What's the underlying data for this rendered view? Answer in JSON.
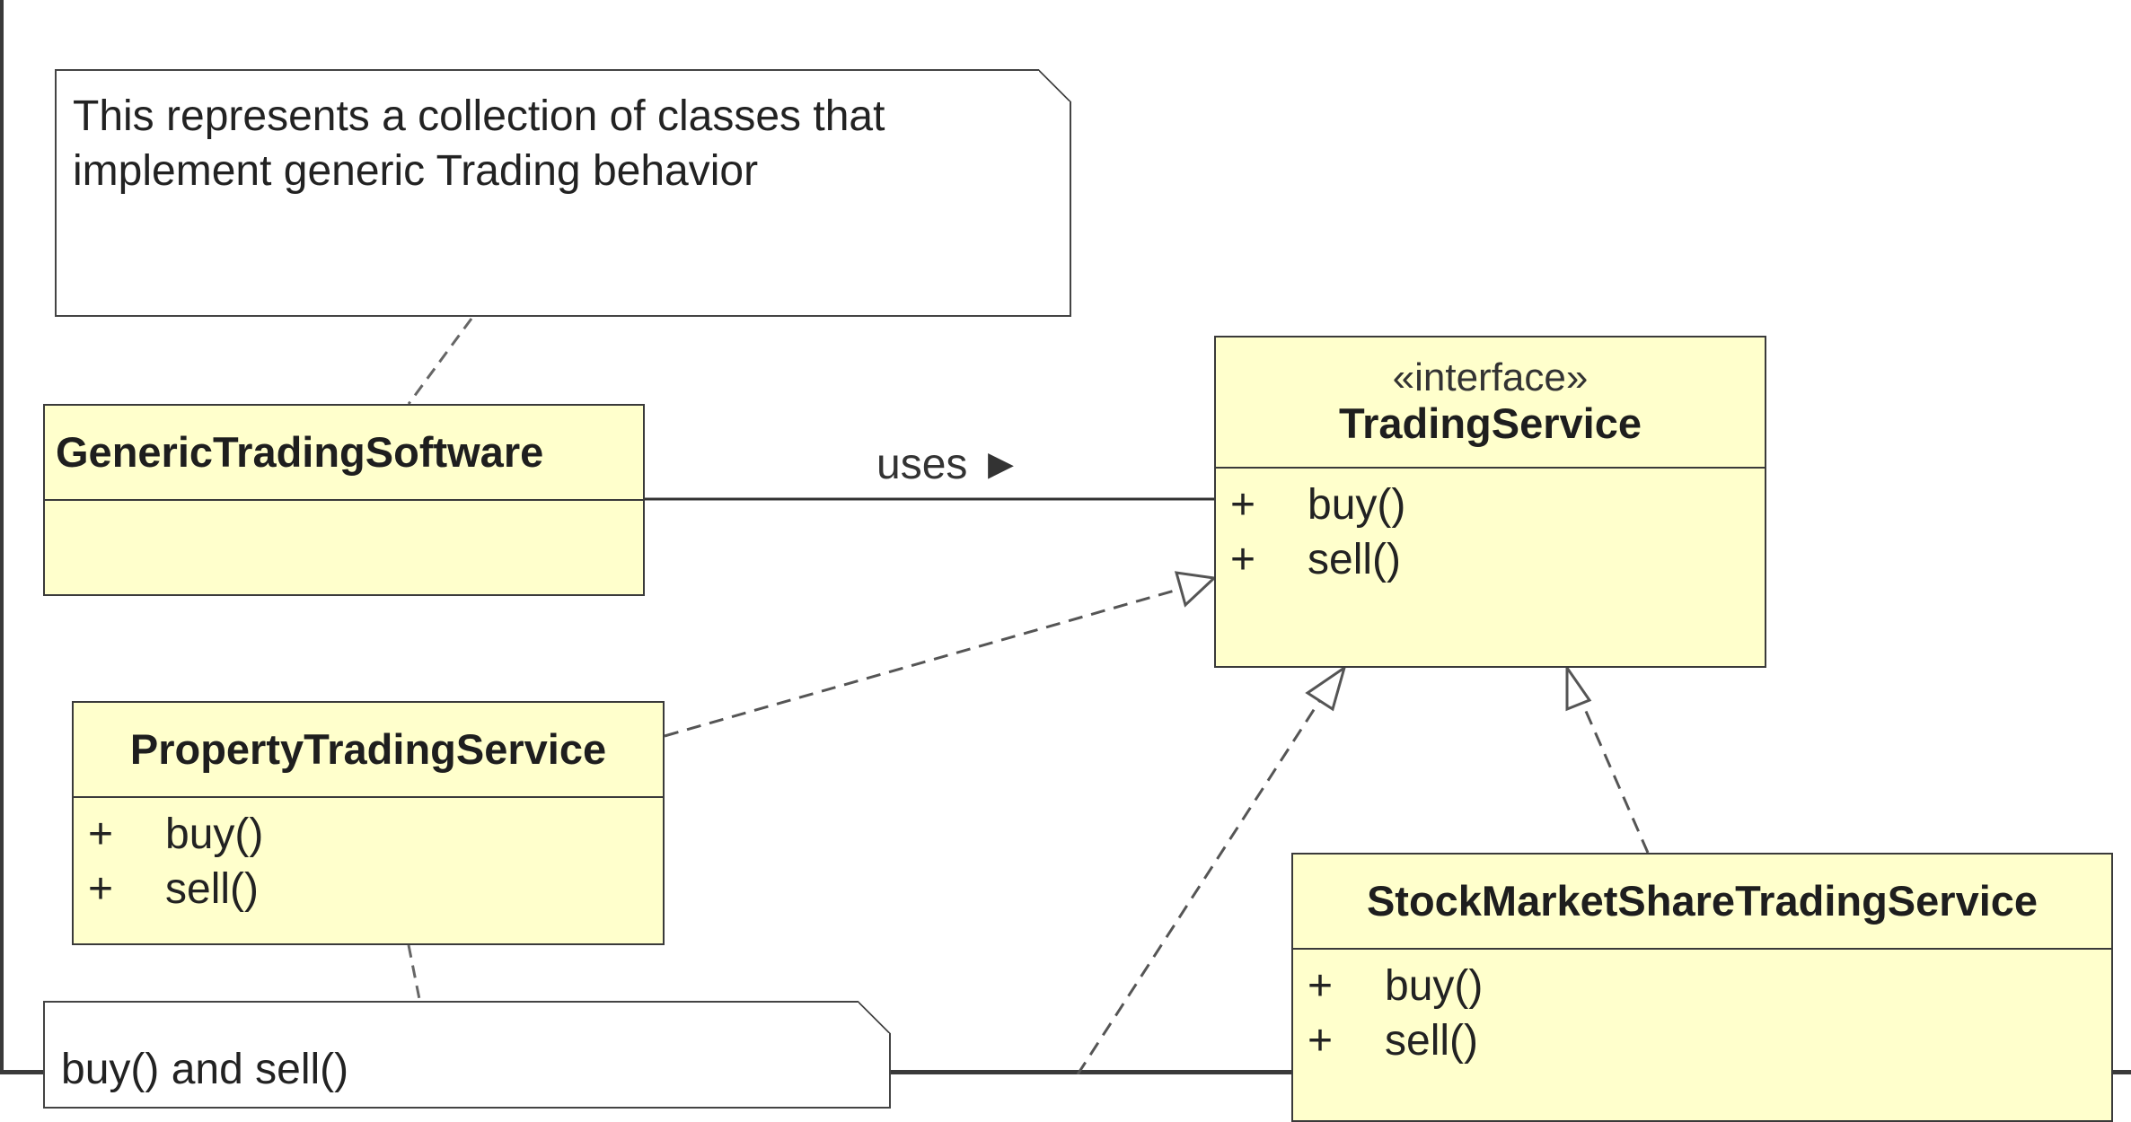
{
  "notes": [
    {
      "id": "generic-note",
      "text": "This represents a collection of classes that\nimplement generic Trading behavior"
    },
    {
      "id": "buysell-note",
      "text": "buy() and sell()"
    }
  ],
  "classes": {
    "generic_trading_software": {
      "name": "GenericTradingSoftware",
      "operations": []
    },
    "trading_service": {
      "stereotype": "«interface»",
      "name": "TradingService",
      "operations": [
        {
          "visibility": "+",
          "name": "buy()"
        },
        {
          "visibility": "+",
          "name": "sell()"
        }
      ]
    },
    "property_trading_service": {
      "name": "PropertyTradingService",
      "operations": [
        {
          "visibility": "+",
          "name": "buy()"
        },
        {
          "visibility": "+",
          "name": "sell()"
        }
      ]
    },
    "stock_market_share_trading_service": {
      "name": "StockMarketShareTradingService",
      "operations": [
        {
          "visibility": "+",
          "name": "buy()"
        },
        {
          "visibility": "+",
          "name": "sell()"
        }
      ]
    }
  },
  "relations": {
    "uses_label": "uses ►"
  },
  "colors": {
    "class_fill": "#ffffcc",
    "border": "#3a3a3a",
    "note_fill": "#ffffff"
  }
}
